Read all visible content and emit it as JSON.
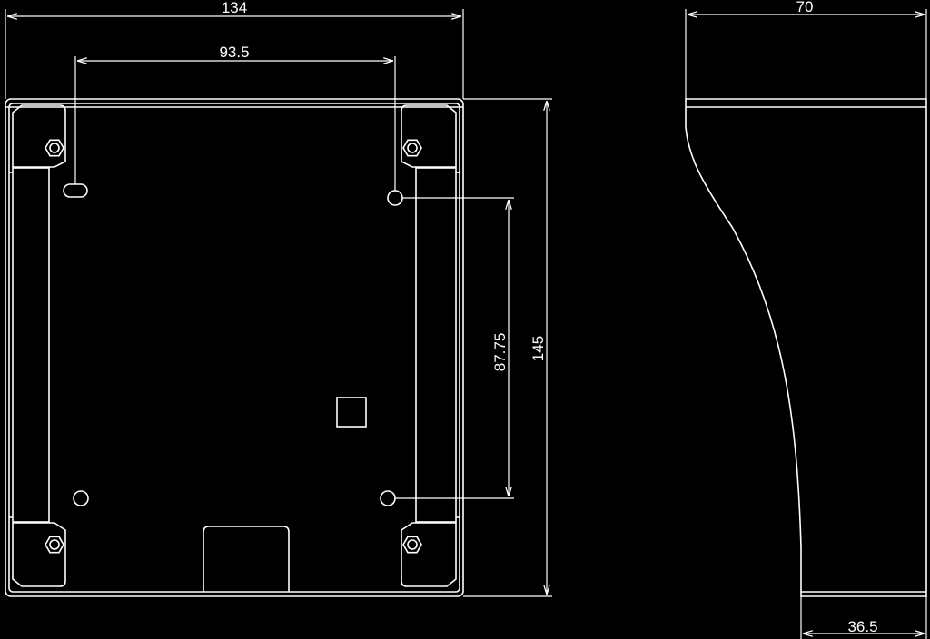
{
  "drawing": {
    "background_color": "#000000",
    "line_color": "#ffffff",
    "dimensions": {
      "front_width": "134",
      "hole_spacing_horizontal": "93.5",
      "hole_spacing_vertical": "87.75",
      "front_height": "145",
      "side_top_depth": "70",
      "side_bottom_depth": "36.5"
    }
  }
}
